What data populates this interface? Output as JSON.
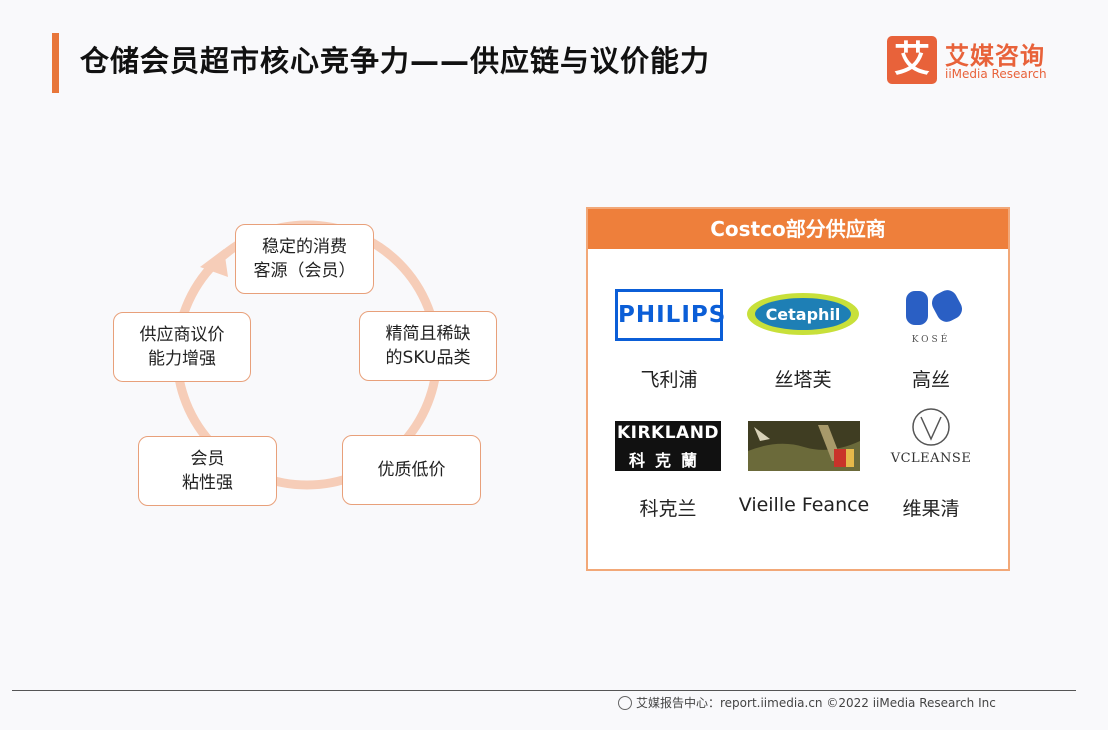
{
  "header": {
    "title": "仓储会员超市核心竞争力——供应链与议价能力",
    "accent_color": "#e8763a"
  },
  "brand": {
    "mark": "艾",
    "name_cn": "艾媒咨询",
    "name_en": "iiMedia Research",
    "color": "#e8623a"
  },
  "cycle": {
    "nodes": [
      "稳定的消费\n客源（会员）",
      "精简且稀缺\n的SKU品类",
      "优质低价",
      "会员\n粘性强",
      "供应商议价\n能力增强"
    ],
    "ring_color": "#f6cdb8"
  },
  "panel": {
    "title": "Costco部分供应商",
    "header_color": "#ee7f3b",
    "suppliers": [
      {
        "name": "飞利浦",
        "logo_text": "PHILIPS",
        "logo_icon": "philips-logo"
      },
      {
        "name": "丝塔芙",
        "logo_text": "Cetaphil",
        "logo_icon": "cetaphil-logo"
      },
      {
        "name": "高丝",
        "logo_text": "KOSÉ",
        "logo_icon": "kose-logo"
      },
      {
        "name": "科克兰",
        "logo_text": "KIRKLAND",
        "logo_text_cn": "科克蘭",
        "logo_icon": "kirkland-logo"
      },
      {
        "name": "Vieille Feance",
        "logo_icon": "vieille-feance-photo"
      },
      {
        "name": "维果清",
        "logo_text": "VCLEANSE",
        "logo_icon": "vcleanse-logo"
      }
    ]
  },
  "footer": {
    "text": "艾媒报告中心：report.iimedia.cn   ©2022  iiMedia Research  Inc"
  }
}
